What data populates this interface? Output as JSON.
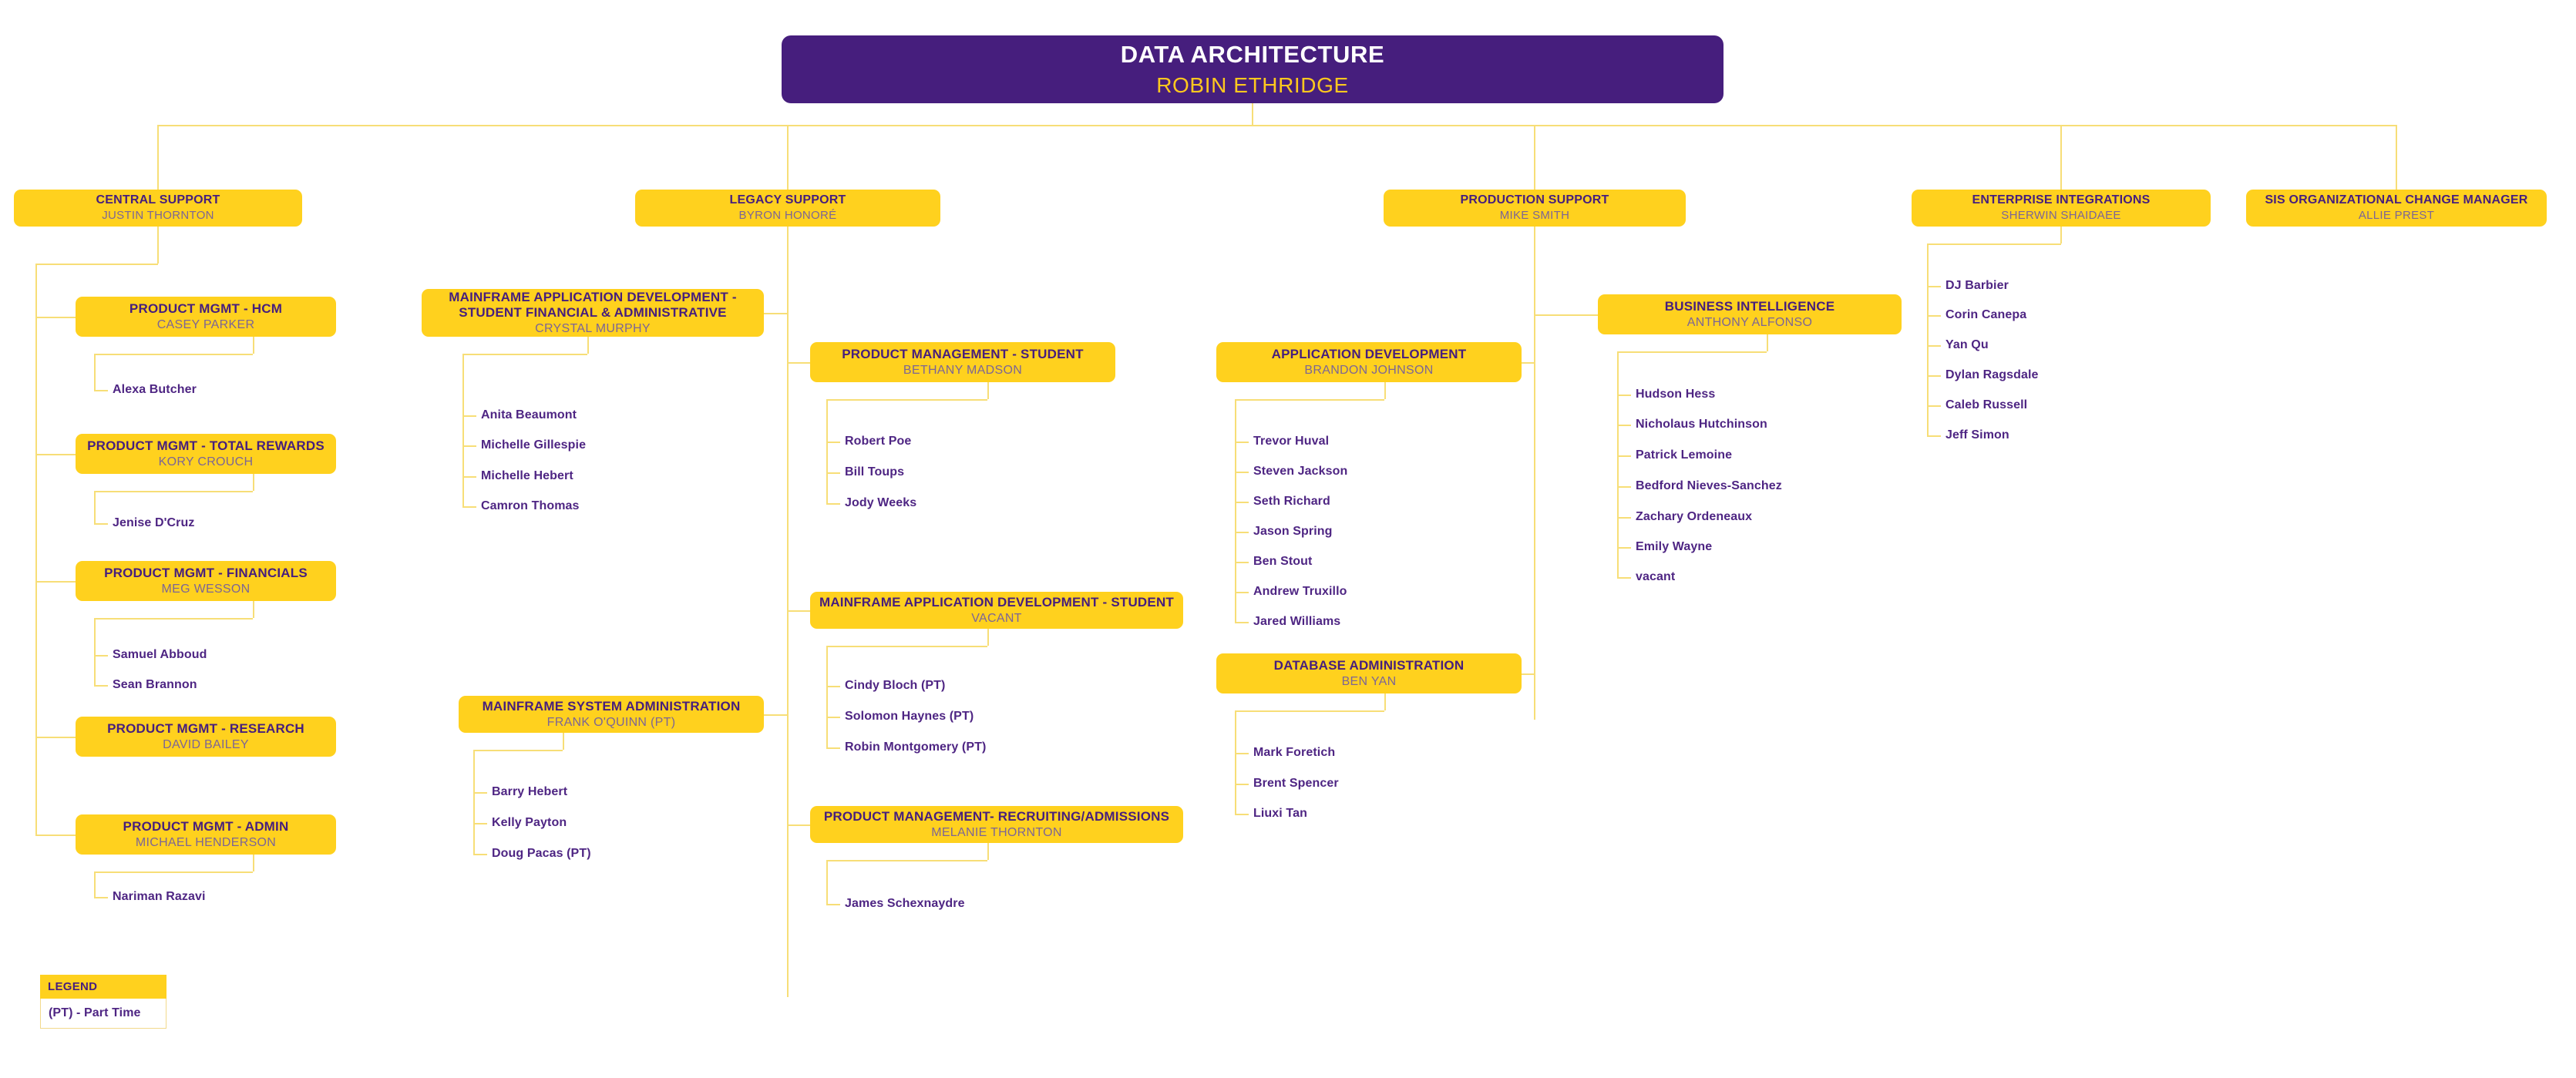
{
  "chart": {
    "type": "org-chart",
    "colors": {
      "node_fill": "#FFD11E",
      "root_fill": "#461E7D",
      "title_text": "#461E7D",
      "person_text": "#7C6596",
      "root_title_text": "#FFFFFF",
      "root_person_text": "#FFC81E",
      "leaf_text": "#4E2583",
      "connector": "#F7DE77",
      "background": "#FFFFFF"
    }
  },
  "root": {
    "title": "DATA ARCHITECTURE",
    "person": "ROBIN ETHRIDGE"
  },
  "branches": [
    {
      "id": "central-support",
      "title": "CENTRAL SUPPORT",
      "person": "JUSTIN THORNTON",
      "departments": [
        {
          "id": "product-mgmt-hcm",
          "title": "PRODUCT MGMT - HCM",
          "person": "CASEY PARKER",
          "members": [
            "Alexa Butcher"
          ]
        },
        {
          "id": "product-mgmt-total-rewards",
          "title": "PRODUCT MGMT - TOTAL REWARDS",
          "person": "KORY CROUCH",
          "members": [
            "Jenise D'Cruz"
          ]
        },
        {
          "id": "product-mgmt-financials",
          "title": "PRODUCT MGMT - FINANCIALS",
          "person": "MEG WESSON",
          "members": [
            "Samuel Abboud",
            "Sean Brannon"
          ]
        },
        {
          "id": "product-mgmt-research",
          "title": "PRODUCT MGMT - RESEARCH",
          "person": "DAVID BAILEY",
          "members": []
        },
        {
          "id": "product-mgmt-admin",
          "title": "PRODUCT MGMT - ADMIN",
          "person": "MICHAEL HENDERSON",
          "members": [
            "Nariman Razavi"
          ]
        }
      ]
    },
    {
      "id": "legacy-support",
      "title": "LEGACY SUPPORT",
      "person": "BYRON HONORÉ",
      "departments": [
        {
          "id": "mainframe-app-dev-student-financial-admin",
          "title": "MAINFRAME APPLICATION DEVELOPMENT - STUDENT FINANCIAL & ADMINISTRATIVE",
          "person": "CRYSTAL MURPHY",
          "members": [
            "Anita Beaumont",
            "Michelle Gillespie",
            "Michelle Hebert",
            "Camron Thomas"
          ]
        },
        {
          "id": "mainframe-system-administration",
          "title": "MAINFRAME SYSTEM ADMINISTRATION",
          "person": "FRANK O'QUINN (PT)",
          "members": [
            "Barry Hebert",
            "Kelly Payton",
            "Doug Pacas (PT)"
          ]
        },
        {
          "id": "product-management-student",
          "title": "PRODUCT MANAGEMENT - STUDENT",
          "person": "BETHANY MADSON",
          "members": [
            "Robert Poe",
            "Bill Toups",
            "Jody Weeks"
          ]
        },
        {
          "id": "mainframe-app-dev-student",
          "title": "MAINFRAME APPLICATION DEVELOPMENT - STUDENT",
          "person": "VACANT",
          "members": [
            "Cindy Bloch (PT)",
            "Solomon Haynes (PT)",
            "Robin Montgomery (PT)"
          ]
        },
        {
          "id": "product-management-recruiting-admissions",
          "title": "PRODUCT MANAGEMENT- RECRUITING/ADMISSIONS",
          "person": "MELANIE THORNTON",
          "members": [
            "James Schexnaydre"
          ]
        }
      ]
    },
    {
      "id": "production-support",
      "title": "PRODUCTION SUPPORT",
      "person": "MIKE SMITH",
      "departments": [
        {
          "id": "application-development",
          "title": "APPLICATION DEVELOPMENT",
          "person": "BRANDON JOHNSON",
          "members": [
            "Trevor Huval",
            "Steven Jackson",
            "Seth Richard",
            "Jason Spring",
            "Ben Stout",
            "Andrew Truxillo",
            "Jared Williams"
          ]
        },
        {
          "id": "database-administration",
          "title": "DATABASE ADMINISTRATION",
          "person": "BEN YAN",
          "members": [
            "Mark Foretich",
            "Brent Spencer",
            "Liuxi Tan"
          ]
        },
        {
          "id": "business-intelligence",
          "title": "BUSINESS INTELLIGENCE",
          "person": "ANTHONY ALFONSO",
          "members": [
            "Hudson Hess",
            "Nicholaus Hutchinson",
            "Patrick Lemoine",
            "Bedford Nieves-Sanchez",
            "Zachary Ordeneaux",
            "Emily Wayne",
            "vacant"
          ]
        }
      ]
    },
    {
      "id": "enterprise-integrations",
      "title": "ENTERPRISE INTEGRATIONS",
      "person": "SHERWIN SHAIDAEE",
      "departments": [],
      "members": [
        "DJ Barbier",
        "Corin Canepa",
        "Yan Qu",
        "Dylan Ragsdale",
        "Caleb Russell",
        "Jeff Simon"
      ]
    },
    {
      "id": "sis-organizational-change-manager",
      "title": "SIS ORGANIZATIONAL CHANGE MANAGER",
      "person": "ALLIE PREST",
      "departments": [],
      "members": []
    }
  ],
  "legend": {
    "heading": "LEGEND",
    "entry": "(PT) - Part Time"
  }
}
